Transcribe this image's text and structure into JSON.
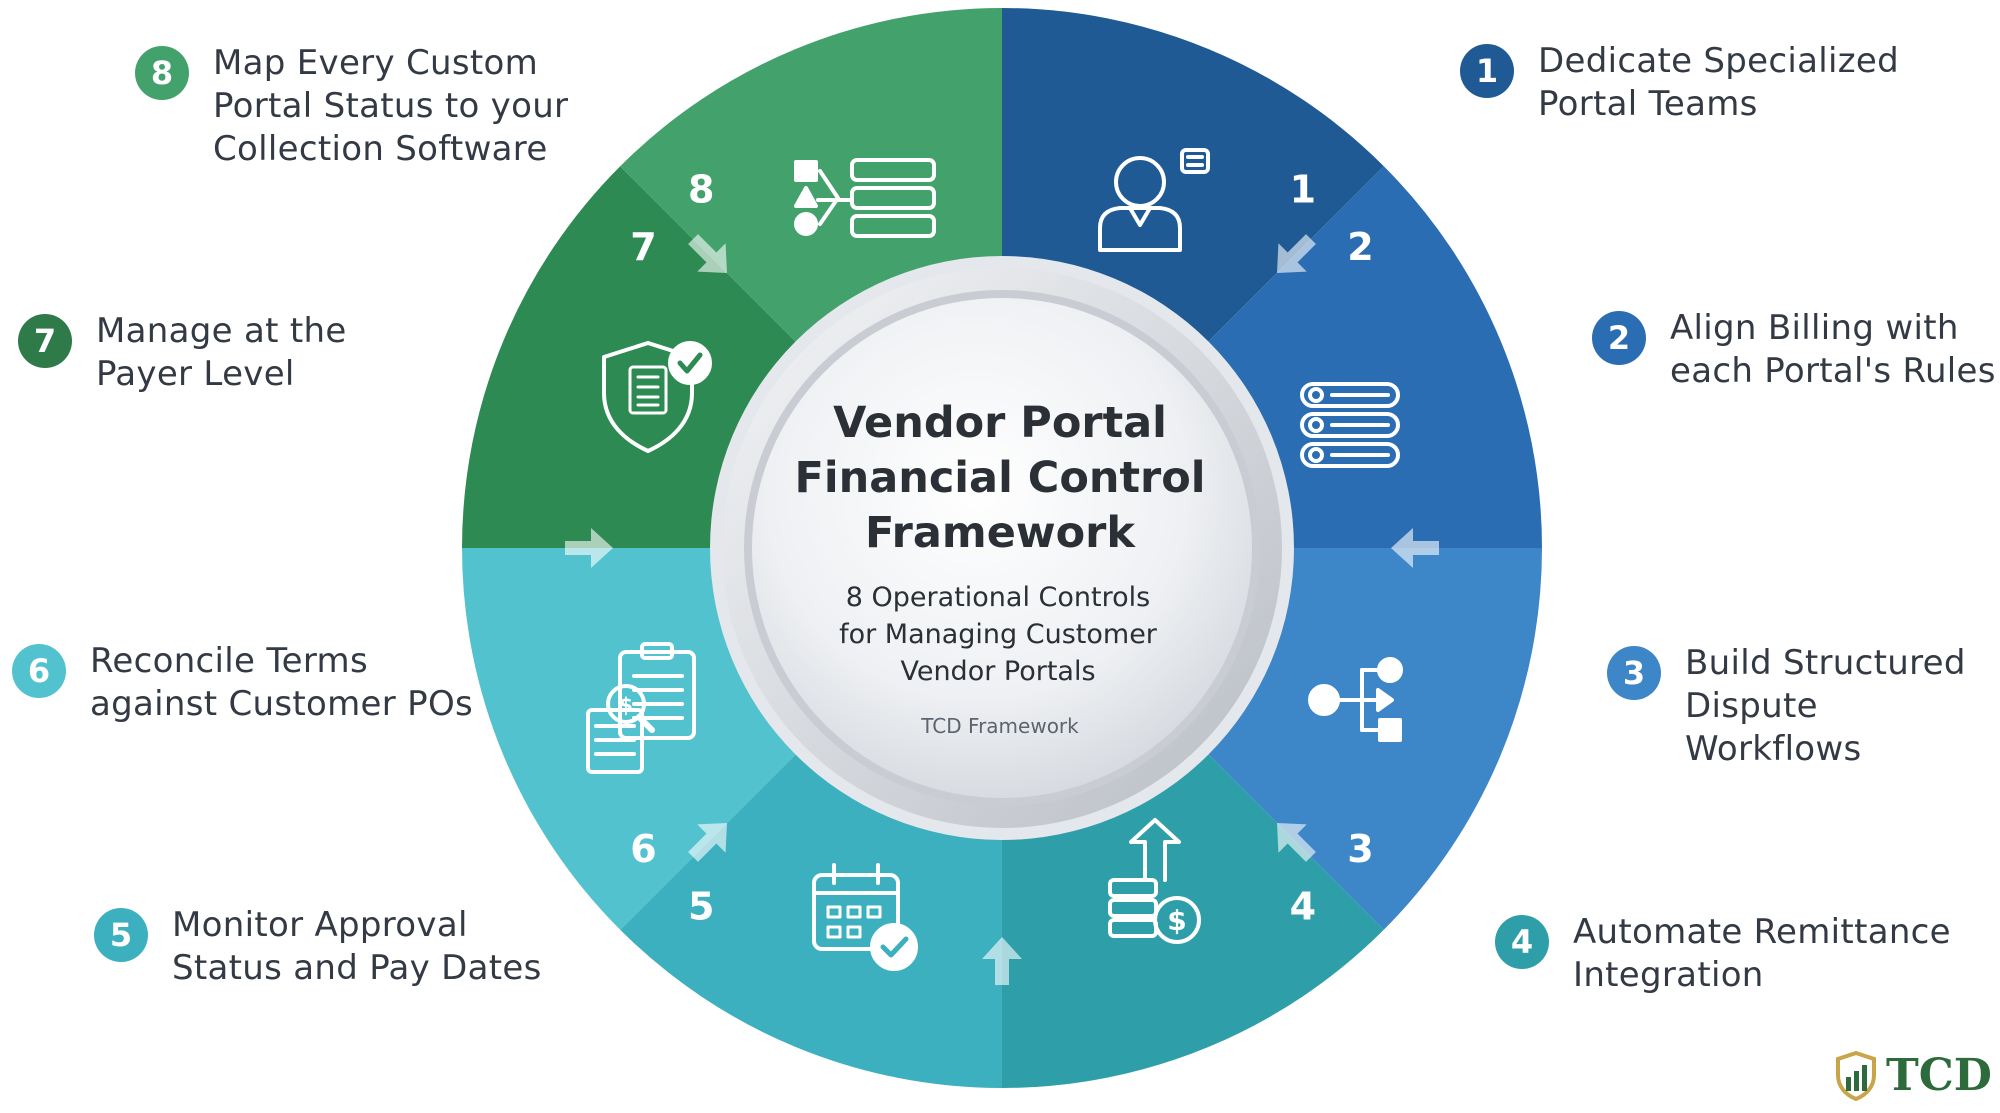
{
  "center": {
    "title_lines": [
      "Vendor Portal",
      "Financial Control",
      "Framework"
    ],
    "subtitle_lines": [
      "8 Operational Controls",
      "for Managing Customer",
      "Vendor Portals"
    ],
    "source": "TCD Framework"
  },
  "segments": [
    {
      "number": "1",
      "icon": "support-agent-icon",
      "color": "#1f5a95"
    },
    {
      "number": "2",
      "icon": "checklist-icon",
      "color": "#2a6db2"
    },
    {
      "number": "3",
      "icon": "workflow-icon",
      "color": "#3d86c8"
    },
    {
      "number": "4",
      "icon": "money-stack-icon",
      "color": "#2e9fa8"
    },
    {
      "number": "5",
      "icon": "calendar-check-icon",
      "color": "#3cb0bf"
    },
    {
      "number": "6",
      "icon": "document-search-icon",
      "color": "#52c3ce"
    },
    {
      "number": "7",
      "icon": "shield-document-icon",
      "color": "#2e8a53"
    },
    {
      "number": "8",
      "icon": "status-map-icon",
      "color": "#43a26b"
    }
  ],
  "labels": [
    {
      "number": "1",
      "text": "Dedicate Specialized\nPortal Teams",
      "color": "#1f5a95"
    },
    {
      "number": "2",
      "text": "Align Billing with\neach Portal's Rules",
      "color": "#2a6db2"
    },
    {
      "number": "3",
      "text": "Build Structured\nDispute Workflows",
      "color": "#3d86c8"
    },
    {
      "number": "4",
      "text": "Automate Remittance\nIntegration",
      "color": "#2e9fa8"
    },
    {
      "number": "5",
      "text": "Monitor Approval\nStatus and Pay Dates",
      "color": "#3cb0bf"
    },
    {
      "number": "6",
      "text": "Reconcile Terms\nagainst Customer POs",
      "color": "#52c3ce"
    },
    {
      "number": "7",
      "text": "Manage at the\nPayer Level",
      "color": "#2e7a49"
    },
    {
      "number": "8",
      "text": "Map Every Custom\nPortal Status to your\nCollection Software",
      "color": "#43a26b"
    }
  ],
  "logo": {
    "text": "TCD",
    "colors": {
      "green": "#2e6b3c",
      "gold": "#c9a54a"
    }
  }
}
